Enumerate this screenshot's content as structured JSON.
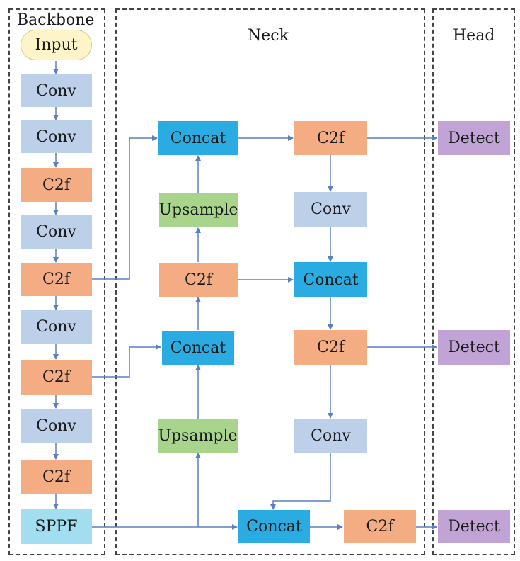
{
  "regions": {
    "backbone": {
      "title": "Backbone"
    },
    "neck": {
      "title": "Neck"
    },
    "head": {
      "title": "Head"
    }
  },
  "colors": {
    "input": "#fdf5c9",
    "conv": "#bcd0ea",
    "c2f": "#f4ac82",
    "concat": "#2aace2",
    "upsample": "#a8d58b",
    "detect": "#c2a3d6",
    "sppf": "#a3def0",
    "arrow": "#5b7fc0"
  },
  "nodes": {
    "input": "Input",
    "b_conv1": "Conv",
    "b_conv2": "Conv",
    "b_c2f1": "C2f",
    "b_conv3": "Conv",
    "b_c2f2": "C2f",
    "b_conv4": "Conv",
    "b_c2f3": "C2f",
    "b_conv5": "Conv",
    "b_c2f4": "C2f",
    "sppf": "SPPF",
    "n_concat1": "Concat",
    "n_upsample1": "Upsample",
    "n_c2f1": "C2f",
    "n_concat2": "Concat",
    "n_upsample2": "Upsample",
    "n_c2f2": "C2f",
    "n_conv1": "Conv",
    "n_concat3": "Concat",
    "n_c2f3": "C2f",
    "n_conv2": "Conv",
    "n_concat4": "Concat",
    "n_c2f4": "C2f",
    "detect1": "Detect",
    "detect2": "Detect",
    "detect3": "Detect"
  }
}
